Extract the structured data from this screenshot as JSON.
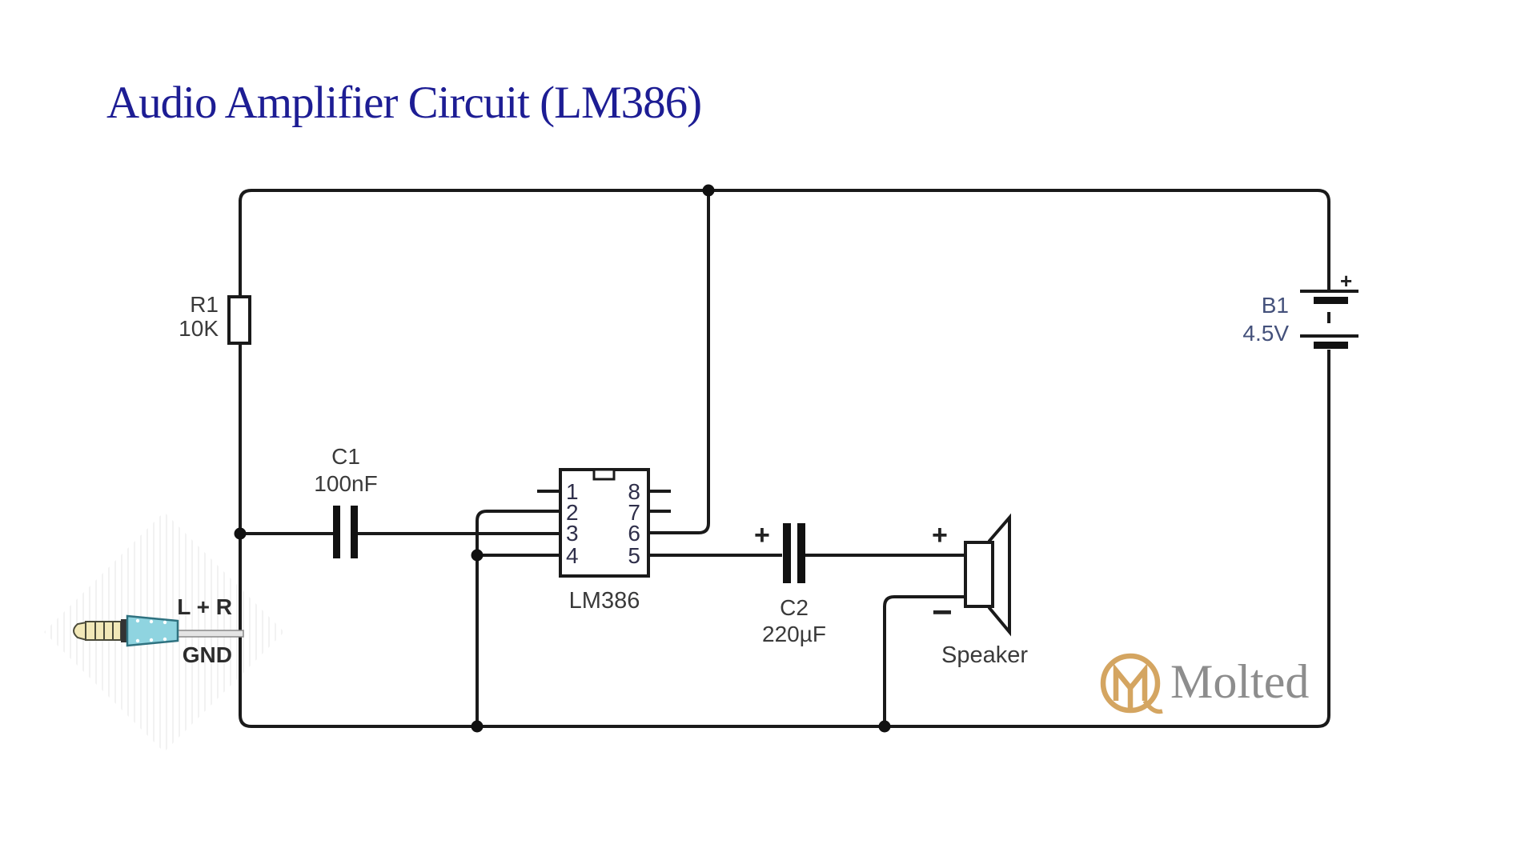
{
  "title": "Audio Amplifier Circuit (LM386)",
  "colors": {
    "title": "#1d1d94",
    "component_label": "#3a3a3a",
    "battery_label": "#44517b",
    "wire": "#1a1a1a",
    "logo_gold": "#d4a561",
    "logo_text_gray": "#8d8d8d",
    "jack_body_cyan": "#8fd4e0",
    "jack_tip_cream": "#f2e8b8"
  },
  "components": {
    "resistor": {
      "name": "R1",
      "value": "10K"
    },
    "input_capacitor": {
      "name": "C1",
      "value": "100nF"
    },
    "ic": {
      "name": "LM386",
      "pins_left": [
        "1",
        "2",
        "3",
        "4"
      ],
      "pins_right": [
        "8",
        "7",
        "6",
        "5"
      ]
    },
    "output_capacitor": {
      "name": "C2",
      "value": "220µF",
      "polarity_plus": "+"
    },
    "speaker": {
      "label": "Speaker",
      "polarity_plus": "+",
      "polarity_minus": "−"
    },
    "battery": {
      "name": "B1",
      "value": "4.5V",
      "polarity_plus": "+"
    },
    "audio_jack": {
      "signal_label": "L + R",
      "ground_label": "GND"
    }
  },
  "logo": {
    "text": "Molted"
  }
}
